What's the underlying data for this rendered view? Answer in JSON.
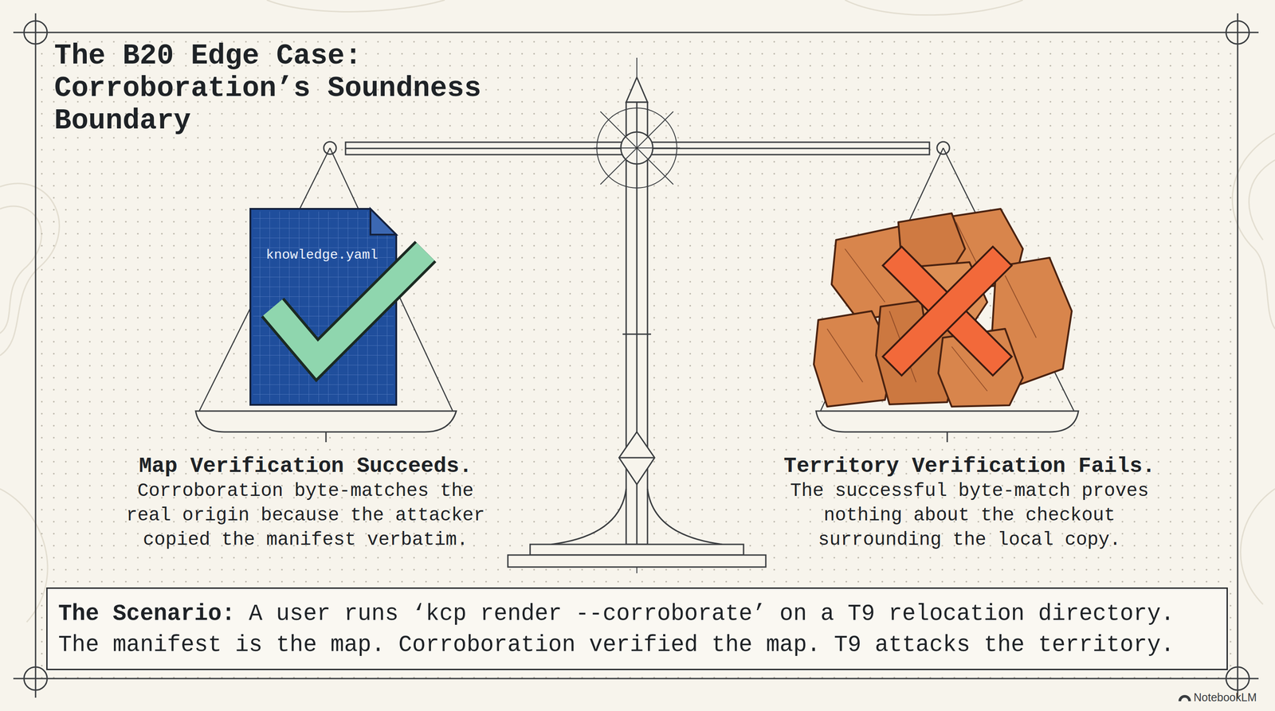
{
  "diagram": {
    "title": "The B20 Edge Case: Corroboration’s Soundness Boundary",
    "nodes": [
      {
        "text": [
          "knowledge.yaml"
        ]
      },
      {
        "text": [
          "The Scenario:",
          "A user runs ‘kcp render --corroborate’ on a T9 relocation directory. The manifest is the map. Corroboration verified the map. T9 attacks the territory."
        ]
      }
    ],
    "labels": [
      "Map Verification Succeeds.",
      "Corroboration byte-matches the real origin because the attacker copied the manifest verbatim.",
      "Territory Verification Fails.",
      "The successful byte-match proves nothing about the checkout surrounding the local copy.",
      "NotebookLM"
    ]
  }
}
